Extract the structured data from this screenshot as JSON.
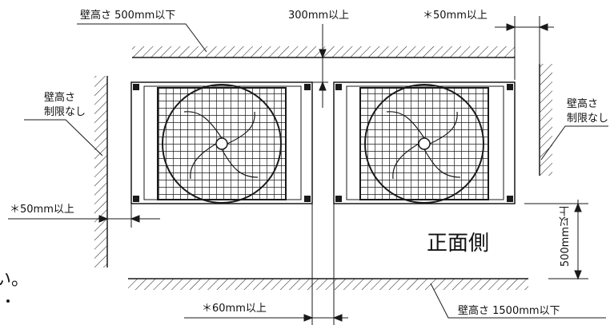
{
  "labels": {
    "top_wall_height": "壁高さ 500mm以下",
    "top_clearance": "300mm以上",
    "top_right_gap": "＊50mm以上",
    "left_wall_line1": "壁高さ",
    "left_wall_line2": "制限なし",
    "right_wall_line1": "壁高さ",
    "right_wall_line2": "制限なし",
    "left_gap": "＊50mm以上",
    "front_side": "正面側",
    "front_clearance": "500mm以上",
    "middle_gap": "＊60mm以上",
    "bottom_wall_height": "壁高さ 1500mm以下",
    "cut_text": "い。"
  },
  "colors": {
    "line": "#1a1a1a",
    "text": "#111111"
  }
}
